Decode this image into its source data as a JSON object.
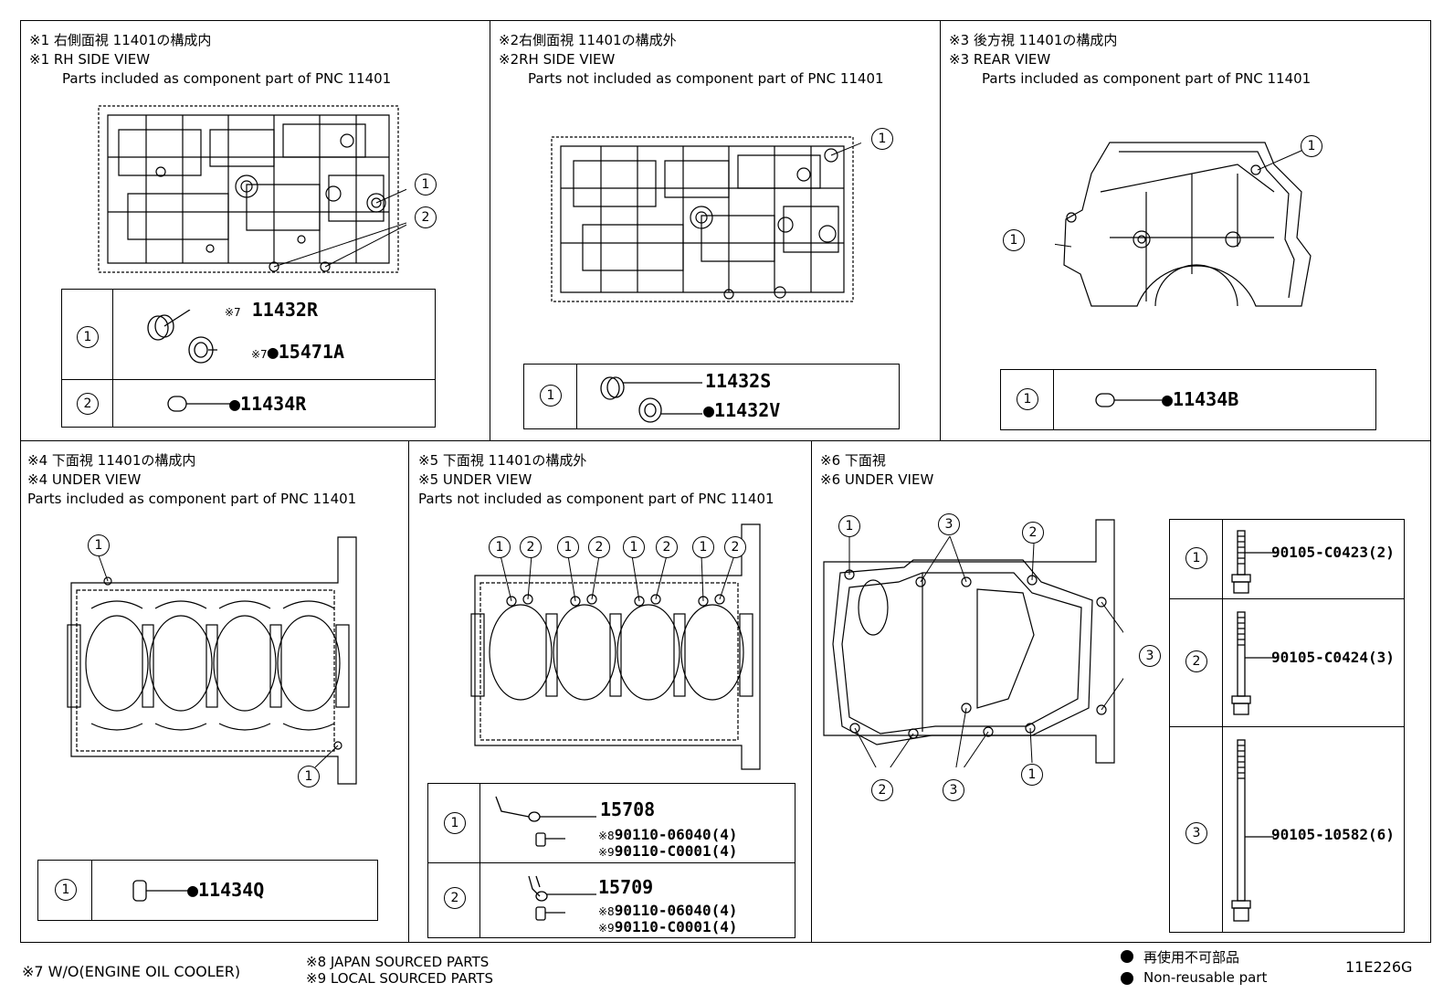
{
  "panels": {
    "p1": {
      "title_jp": "※1 右側面視 11401の構成内",
      "title_en": "※1 RH SIDE VIEW",
      "subtitle": "Parts included as component part of PNC 11401",
      "rows": [
        {
          "num": "1",
          "parts": [
            {
              "prefix": "※7",
              "code": "11432R"
            },
            {
              "prefix": "※7",
              "code": "●15471A"
            }
          ]
        },
        {
          "num": "2",
          "parts": [
            {
              "prefix": "",
              "code": "●11434R"
            }
          ]
        }
      ]
    },
    "p2": {
      "title_jp": "※2右側面視 11401の構成外",
      "title_en": "※2RH SIDE VIEW",
      "subtitle": "Parts not included as component part of PNC 11401",
      "rows": [
        {
          "num": "1",
          "parts": [
            {
              "code": "11432S"
            },
            {
              "code": "●11432V"
            }
          ]
        }
      ]
    },
    "p3": {
      "title_jp": "※3 後方視 11401の構成内",
      "title_en": "※3 REAR VIEW",
      "subtitle": "Parts included as component part of PNC 11401",
      "rows": [
        {
          "num": "1",
          "parts": [
            {
              "code": "●11434B"
            }
          ]
        }
      ]
    },
    "p4": {
      "title_jp": "※4 下面視 11401の構成内",
      "title_en": "※4 UNDER VIEW",
      "subtitle": "Parts included as component part of PNC 11401",
      "rows": [
        {
          "num": "1",
          "parts": [
            {
              "code": "●11434Q"
            }
          ]
        }
      ]
    },
    "p5": {
      "title_jp": "※5 下面視 11401の構成外",
      "title_en": "※5 UNDER VIEW",
      "subtitle": "Parts not included as component part of PNC 11401",
      "rows": [
        {
          "num": "1",
          "code": "15708",
          "sub": [
            {
              "prefix": "※8",
              "code": "90110-06040(4)"
            },
            {
              "prefix": "※9",
              "code": "90110-C0001(4)"
            }
          ]
        },
        {
          "num": "2",
          "code": "15709",
          "sub": [
            {
              "prefix": "※8",
              "code": "90110-06040(4)"
            },
            {
              "prefix": "※9",
              "code": "90110-C0001(4)"
            }
          ]
        }
      ]
    },
    "p6": {
      "title_jp": "※6 下面視",
      "title_en": "※6 UNDER VIEW",
      "rows": [
        {
          "num": "1",
          "code": "90105-C0423(2)"
        },
        {
          "num": "2",
          "code": "90105-C0424(3)"
        },
        {
          "num": "3",
          "code": "90105-10582(6)"
        }
      ]
    }
  },
  "callouts": {
    "c1": "1",
    "c2": "2",
    "c3": "3"
  },
  "footer": {
    "note7": "※7 W/O(ENGINE OIL COOLER)",
    "note8": "※8 JAPAN SOURCED PARTS",
    "note9": "※9 LOCAL SOURCED PARTS",
    "legend_jp": "再使用不可部品",
    "legend_en": "Non-reusable part",
    "ref": "11E226G"
  }
}
